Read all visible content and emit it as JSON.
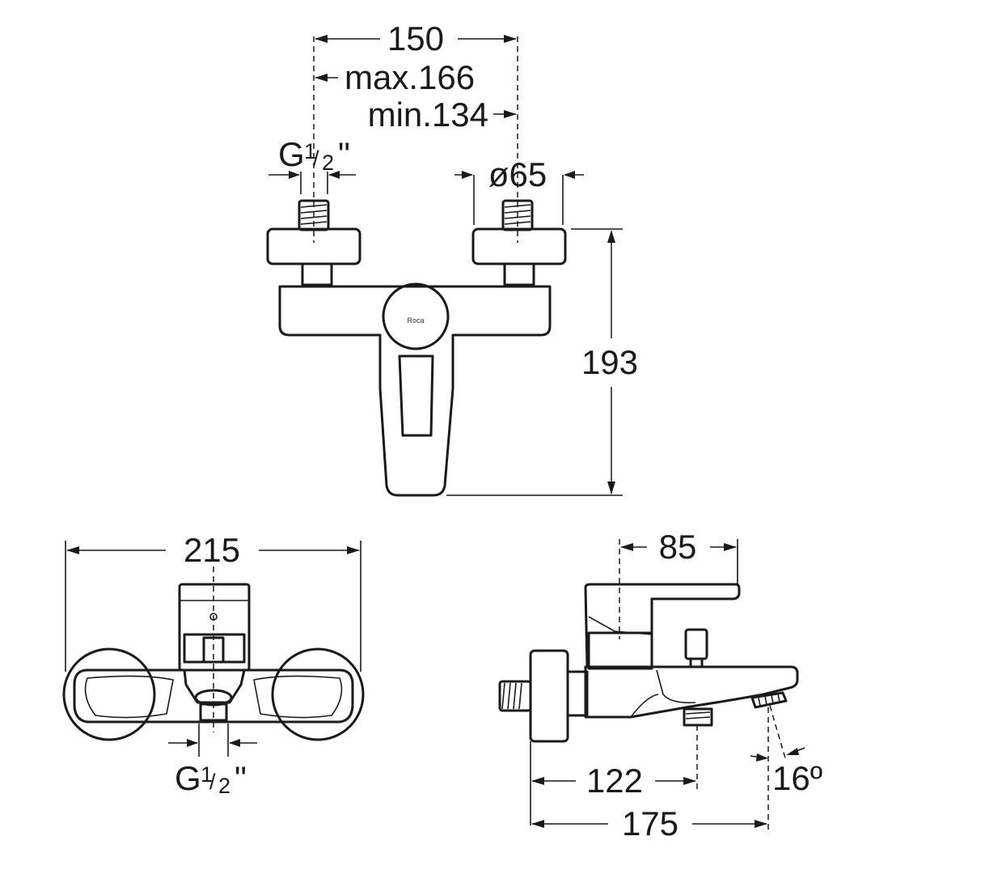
{
  "front_view": {
    "dim_width": "150",
    "dim_max": "max.166",
    "dim_min": "min.134",
    "thread_main": "G",
    "thread_frac_num": "1",
    "thread_frac_slash": "/",
    "thread_frac_den": "2",
    "thread_quote": "\"",
    "dim_diameter": "ø65",
    "dim_height": "193",
    "logo": "Roca"
  },
  "top_view": {
    "dim_width": "215",
    "thread_main": "G",
    "thread_frac_num": "1",
    "thread_frac_slash": "/",
    "thread_frac_den": "2",
    "thread_quote": "\""
  },
  "side_view": {
    "dim_lever": "85",
    "dim_outlet": "122",
    "dim_spout": "175",
    "dim_angle": "16º"
  }
}
